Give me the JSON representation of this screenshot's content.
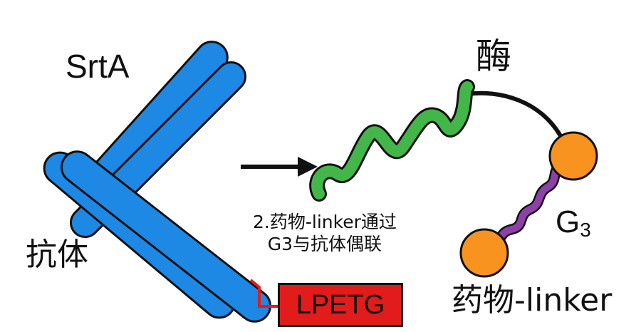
{
  "labels": {
    "srta": "SrtA",
    "antibody": "抗体",
    "enzyme": "酶",
    "g3_main": "G",
    "g3_sub": "3",
    "step_line1": "2.药物-linker通过",
    "step_line2": "G3与抗体偶联",
    "lpetg": "LPETG",
    "drug_linker": "药物-linker"
  },
  "colors": {
    "antibody_blue": "#1e88e5",
    "helix_green": "#43b649",
    "linker_purple": "#8e3fa8",
    "bead_orange": "#f7931e",
    "tag_red": "#e21b1b",
    "outline": "#111111"
  }
}
